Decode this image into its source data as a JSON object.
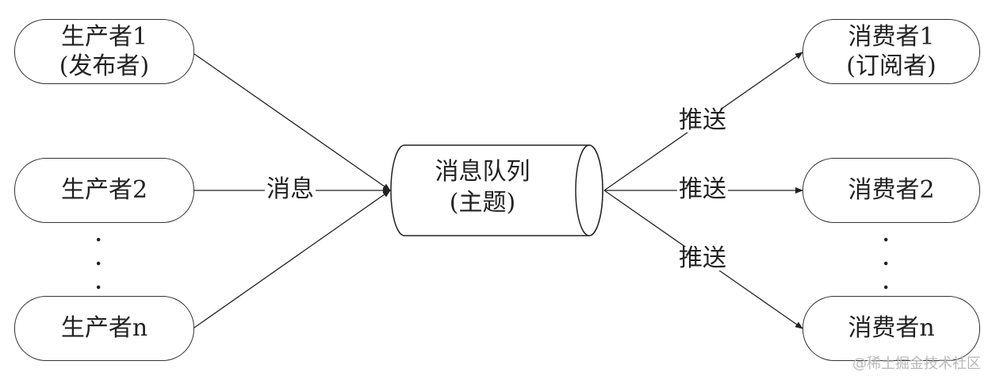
{
  "producers": [
    {
      "name": "生产者1",
      "role": "(发布者)"
    },
    {
      "name": "生产者2"
    },
    {
      "name": "生产者n"
    }
  ],
  "consumers": [
    {
      "name": "消费者1",
      "role": "(订阅者)"
    },
    {
      "name": "消费者2"
    },
    {
      "name": "消费者n"
    }
  ],
  "queue": {
    "name": "消息队列",
    "role": "(主题)"
  },
  "edge_labels": {
    "message": "消息",
    "push": "推送"
  },
  "ellipsis": ".",
  "watermark": "@稀土掘金技术社区"
}
